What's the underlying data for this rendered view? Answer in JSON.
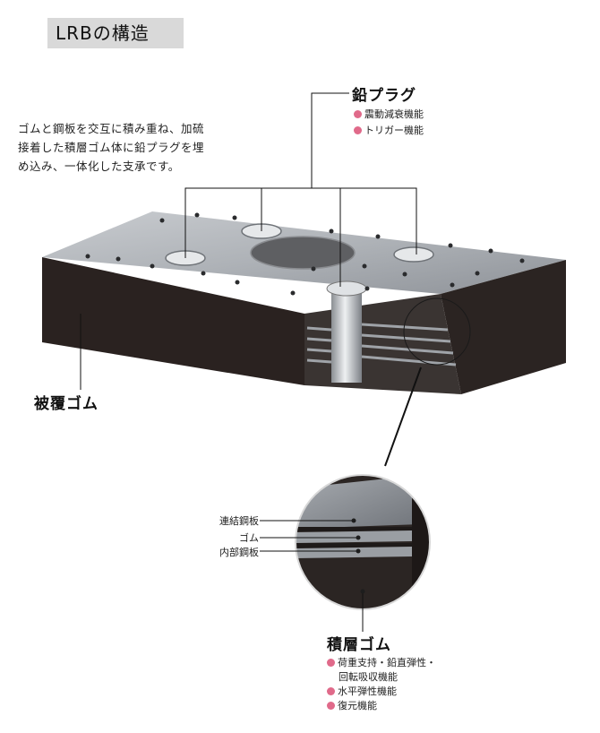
{
  "title": "LRBの構造",
  "description": [
    "ゴムと鋼板を交互に積み重ね、加硫",
    "接着した積層ゴム体に鉛プラグを埋",
    "め込み、一体化した支承です。"
  ],
  "lead_plug": {
    "heading": "鉛プラグ",
    "bullets": [
      "震動減衰機能",
      "トリガー機能"
    ]
  },
  "cover_rubber": {
    "heading": "被覆ゴム"
  },
  "detail_labels": {
    "connecting_plate": "連結鋼板",
    "rubber": "ゴム",
    "inner_plate": "内部鋼板"
  },
  "laminated_rubber": {
    "heading": "積層ゴム",
    "bullets": [
      "荷重支持・鉛直弾性・",
      "回転吸収機能",
      "水平弾性機能",
      "復元機能"
    ]
  },
  "colors": {
    "bullet": "#e06a8a",
    "title_bg": "#d9d9d9",
    "rubber": "#2a2220",
    "steel": "#b9bcc0"
  }
}
